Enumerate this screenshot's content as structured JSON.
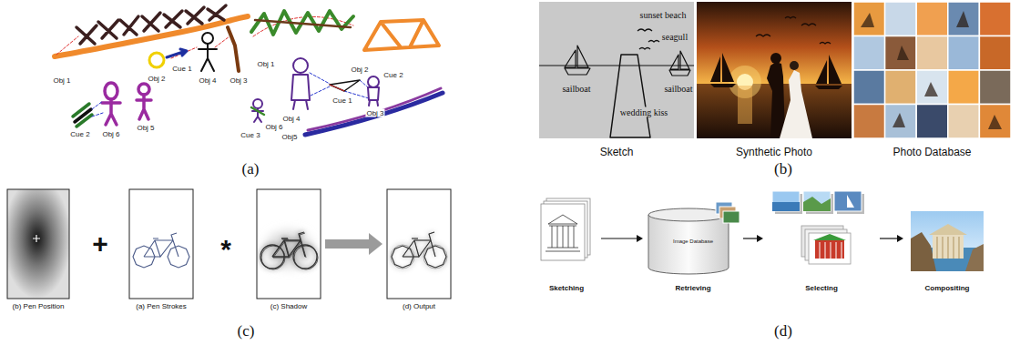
{
  "diagram": {
    "nodes": [
      {
        "text": [
          "Sketch"
        ]
      },
      {
        "text": [
          "Synthetic Photo"
        ]
      },
      {
        "text": [
          "Photo Database"
        ]
      },
      {
        "text": [
          "(b) Pen Position"
        ]
      },
      {
        "text": [
          "(a) Pen Strokes"
        ]
      },
      {
        "text": [
          "(c) Shadow"
        ]
      },
      {
        "text": [
          "(d) Output"
        ]
      },
      {
        "text": [
          "Sketching"
        ]
      },
      {
        "text": [
          "Image Database",
          "Retrieving"
        ]
      },
      {
        "text": [
          "Selecting"
        ]
      },
      {
        "text": [
          "Compositing"
        ]
      }
    ],
    "edges": [
      {
        "from": 5,
        "to": 6,
        "arrow": "to"
      },
      {
        "from": 7,
        "to": 8,
        "arrow": "to"
      },
      {
        "from": 8,
        "to": 9,
        "arrow": "to"
      },
      {
        "from": 9,
        "to": 10,
        "arrow": "to"
      }
    ],
    "labels": [
      "Obj 1",
      "Cue 1",
      "Obj 2",
      "Obj 4",
      "Obj 3",
      "Obj 6",
      "Obj 5",
      "Cue 2",
      "Obj 1",
      "Obj 2",
      "Cue 1",
      "Cue 2",
      "Obj 4",
      "Obj 3",
      "Cue 3",
      "Obj 6",
      "Obj5",
      "sunset beach",
      "seagull",
      "sailboat",
      "sailboat",
      "wedding kiss",
      "(a)",
      "(b)",
      "+",
      "*",
      "(c)",
      "(d)"
    ]
  }
}
